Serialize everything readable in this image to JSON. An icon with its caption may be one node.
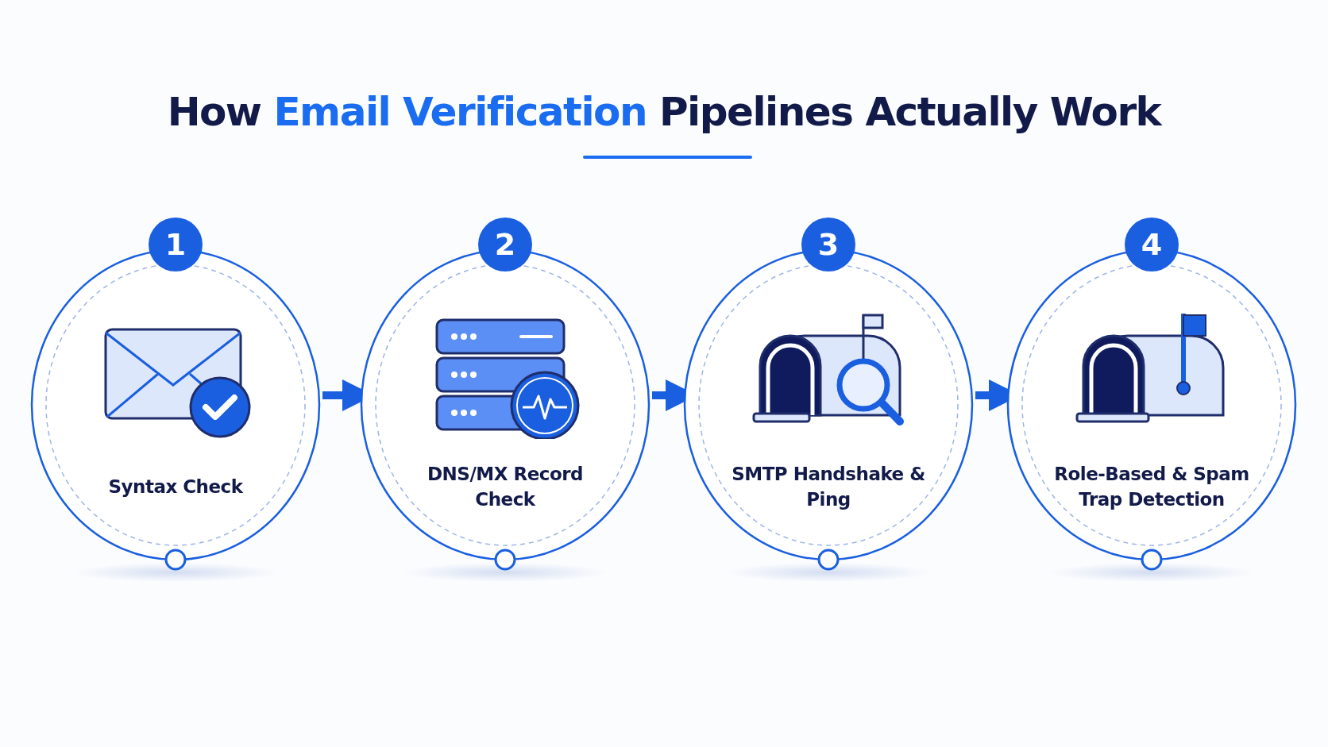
{
  "diagram": {
    "title": "How **Email Verification** Pipelines Actually Work",
    "nodes": [
      {
        "text": [
          "1",
          "Syntax Check"
        ]
      },
      {
        "text": [
          "2",
          "DNS/MX Record Check"
        ]
      },
      {
        "text": [
          "3",
          "SMTP Handshake & Ping"
        ]
      },
      {
        "text": [
          "4",
          "Role-Based & Spam Trap Detection"
        ]
      }
    ],
    "edges": [
      {
        "from": 0,
        "to": 1,
        "arrow": "to"
      },
      {
        "from": 1,
        "to": 2,
        "arrow": "to"
      },
      {
        "from": 2,
        "to": 3,
        "arrow": "to"
      }
    ]
  }
}
